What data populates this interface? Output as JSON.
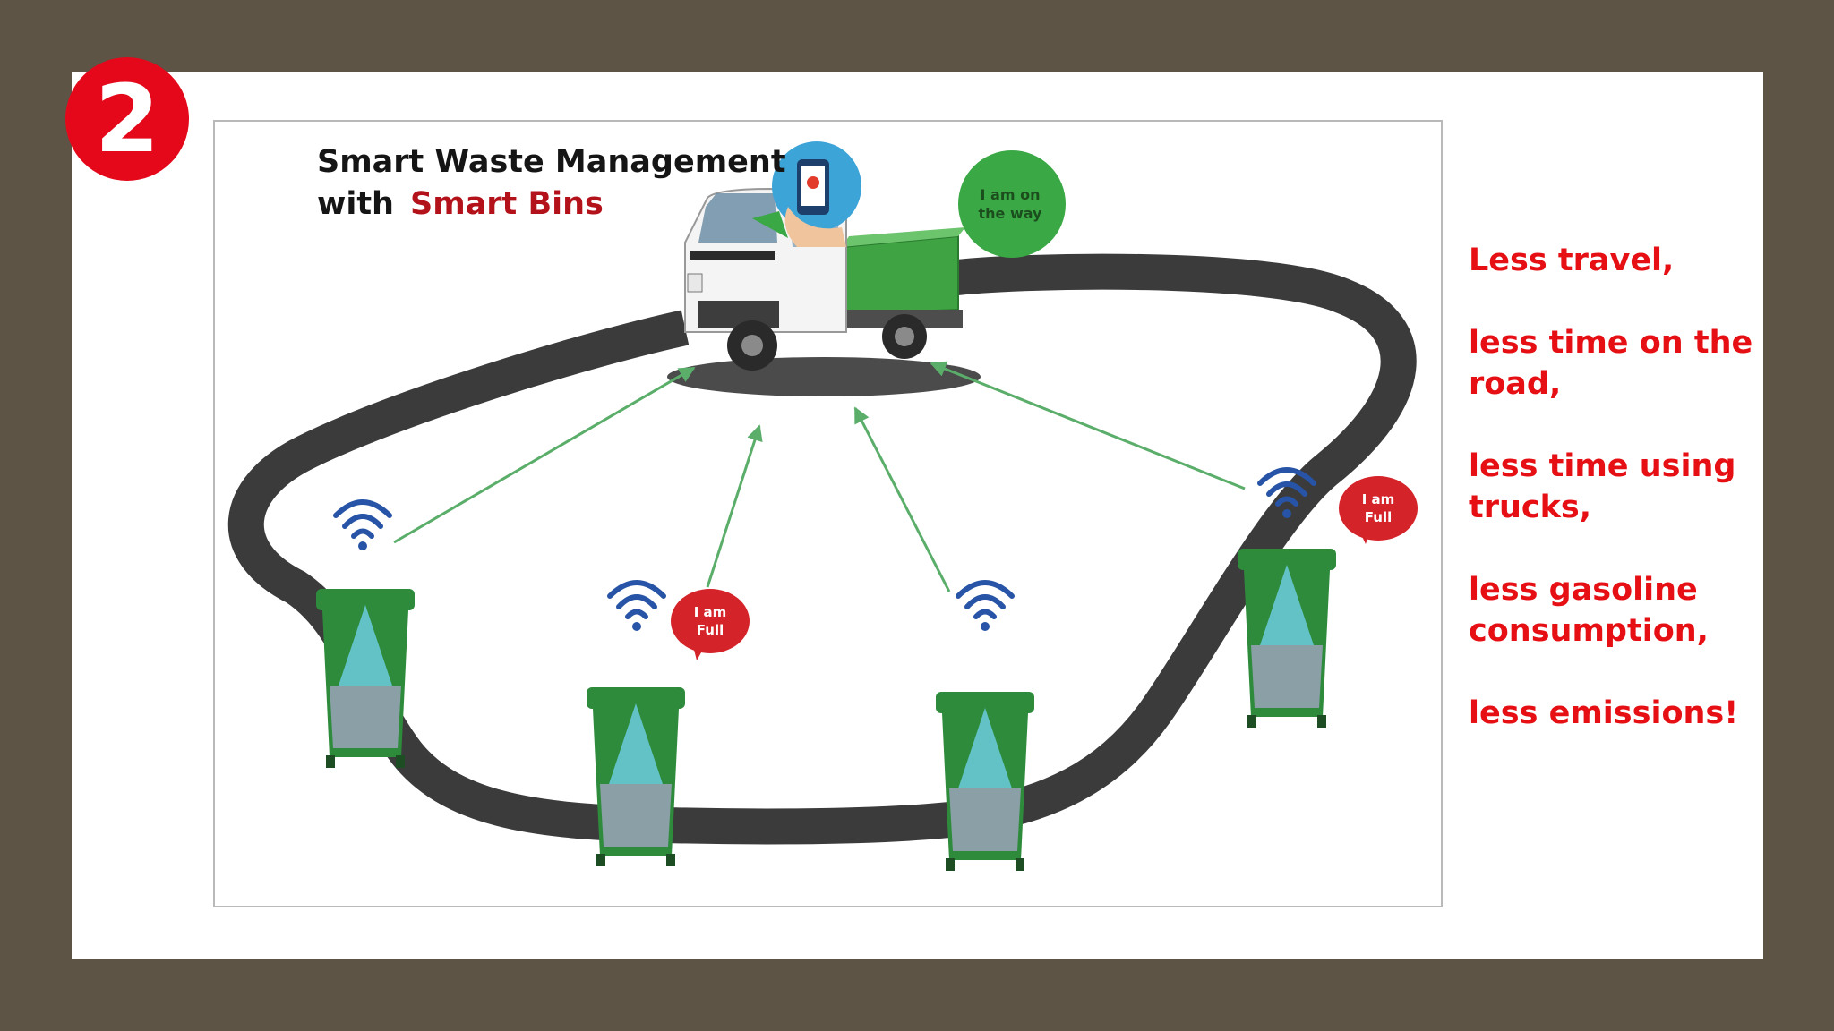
{
  "slide": {
    "badge": "2",
    "title_line1": "Smart Waste Management",
    "title_line2": "with",
    "title_accent": "Smart Bins",
    "truck_bubble": [
      "I am on",
      "the way"
    ],
    "bin_bubbles": [
      {
        "bin": 2,
        "lines": [
          "I am",
          "Full"
        ]
      },
      {
        "bin": 4,
        "lines": [
          "I am",
          "Full"
        ]
      }
    ],
    "benefits": [
      "Less travel,",
      "less time on the road,",
      "less time using trucks,",
      "less gasoline consumption,",
      "less emissions!"
    ],
    "colors": {
      "frame": "#5e5445",
      "badge": "#e4081a",
      "accent_text": "#b3121b",
      "benefit_text": "#e50f14",
      "road": "#3a3a3a",
      "arrow": "#5aae6a",
      "bin": "#2e8b3c",
      "wifi": "#2754a6",
      "full_bubble": "#d5232a",
      "truck_bubble": "#3aa845"
    },
    "icons": [
      "wifi-icon",
      "smart-bin-icon",
      "garbage-truck-icon",
      "smartphone-icon"
    ]
  }
}
